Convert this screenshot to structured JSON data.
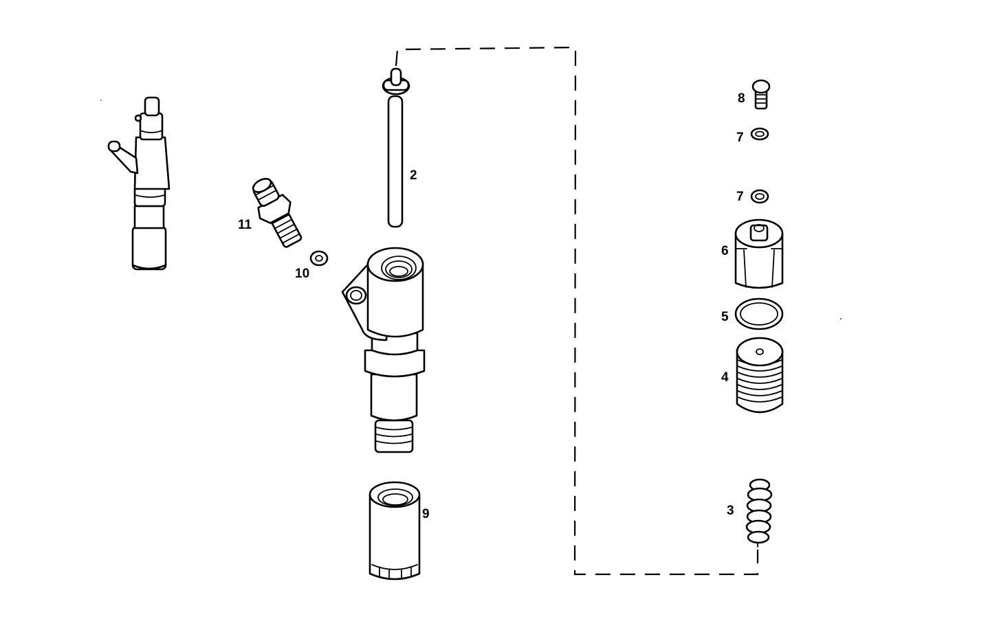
{
  "diagram": {
    "type": "exploded parts drawing",
    "subject": "fuel injector assembly",
    "background_color": "#ffffff",
    "line_color": "#000000",
    "parts": [
      {
        "id": "assembled-injector",
        "label": "",
        "description": "complete injector assembly"
      },
      {
        "id": "part-2",
        "label": "2",
        "description": "push rod / spindle"
      },
      {
        "id": "part-3",
        "label": "3",
        "description": "coil spring"
      },
      {
        "id": "part-4",
        "label": "4",
        "description": "threaded spring seat"
      },
      {
        "id": "part-5",
        "label": "5",
        "description": "sealing ring"
      },
      {
        "id": "part-6",
        "label": "6",
        "description": "cap nut"
      },
      {
        "id": "part-7a",
        "label": "7",
        "description": "washer"
      },
      {
        "id": "part-7b",
        "label": "7",
        "description": "washer"
      },
      {
        "id": "part-8",
        "label": "8",
        "description": "bolt"
      },
      {
        "id": "part-9",
        "label": "9",
        "description": "nozzle retaining nut"
      },
      {
        "id": "part-10",
        "label": "10",
        "description": "washer"
      },
      {
        "id": "part-11",
        "label": "11",
        "description": "inlet union fitting"
      },
      {
        "id": "injector-body",
        "label": "",
        "description": "injector holder body"
      }
    ],
    "connector": {
      "style": "dashed",
      "from": "part-2",
      "to": "part-3"
    }
  }
}
